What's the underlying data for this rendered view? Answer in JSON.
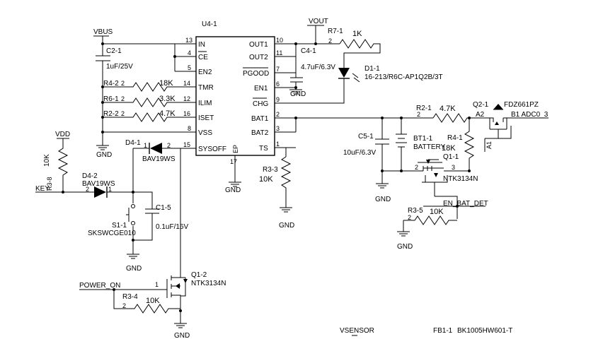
{
  "ic": {
    "ref": "U4-1",
    "left_pins": [
      {
        "name": "IN",
        "num": "13"
      },
      {
        "name": "CE",
        "num": "4"
      },
      {
        "name": "EN2",
        "num": "5"
      },
      {
        "name": "TMR",
        "num": "14"
      },
      {
        "name": "ILIM",
        "num": "12"
      },
      {
        "name": "ISET",
        "num": "16"
      },
      {
        "name": "VSS",
        "num": "8"
      },
      {
        "name": "SYSOFF",
        "num": "15"
      }
    ],
    "right_pins": [
      {
        "name": "OUT1",
        "num": "10"
      },
      {
        "name": "OUT2",
        "num": "11"
      },
      {
        "name": "PGOOD",
        "num": "7"
      },
      {
        "name": "EN1",
        "num": "6"
      },
      {
        "name": "CHG",
        "num": "9"
      },
      {
        "name": "BAT1",
        "num": "2"
      },
      {
        "name": "BAT2",
        "num": "3"
      },
      {
        "name": "TS",
        "num": "1"
      }
    ],
    "ep_label": "EP",
    "ep_num": "17"
  },
  "nets": {
    "vbus": "VBUS",
    "vout": "VOUT",
    "vdd": "VDD",
    "key": "KEY",
    "power_on": "POWER_ON",
    "en_bat_det": "EN_BAT_DET",
    "adc": "B1  ADC0_3",
    "vsensor": "VSENSOR",
    "a2": "A2",
    "a1": "A1",
    "gnd": "GND"
  },
  "parts": {
    "c2": {
      "ref": "C2-1",
      "value": "1uF/25V"
    },
    "c4": {
      "ref": "C4-1",
      "value": "4.7uF/6.3V"
    },
    "r7": {
      "ref": "R7-1",
      "value": "1K",
      "pin": "2"
    },
    "d1": {
      "ref": "D1-1",
      "value": "16-213/R6C-AP1Q2B/3T"
    },
    "r4_2": {
      "ref": "R4-2",
      "value": "18K",
      "pin": "2"
    },
    "r6_1": {
      "ref": "R6-1",
      "value": "3.3K",
      "pin": "2"
    },
    "r2_2": {
      "ref": "R2-2",
      "value": "4.7K",
      "pin": "2"
    },
    "d4_1": {
      "ref": "D4-1",
      "value": "BAV19WS",
      "pin1": "1",
      "pin2": "2"
    },
    "r3_8": {
      "ref": "R3-8",
      "value": "10K"
    },
    "d4_2": {
      "ref": "D4-2",
      "value": "BAV19WS",
      "pin1": "1",
      "pin2": "2"
    },
    "s1": {
      "ref": "S1-1",
      "value": "SKSWCGE010"
    },
    "c1_5": {
      "ref": "C1-5",
      "value": "0.1uF/16V"
    },
    "r3_3": {
      "ref": "R3-3",
      "value": "10K"
    },
    "r2_1": {
      "ref": "R2-1",
      "value": "4.7K",
      "pin": "2"
    },
    "q2": {
      "ref": "Q2-1",
      "value": "FDZ661PZ"
    },
    "c5": {
      "ref": "C5-1",
      "value": "10uF/6.3V"
    },
    "bt1": {
      "ref": "BT1-1",
      "value": "BATTERY"
    },
    "r4_1": {
      "ref": "R4-1",
      "value": "18K"
    },
    "q1_1": {
      "ref": "Q1-1",
      "value": "NTK3134N",
      "pin_g": "2",
      "pin_d": "3"
    },
    "r3_5": {
      "ref": "R3-5",
      "value": "10K",
      "pin": "2"
    },
    "q1_2": {
      "ref": "Q1-2",
      "value": "NTK3134N",
      "pin_g": "1"
    },
    "r3_4": {
      "ref": "R3-4",
      "value": "10K",
      "pin": "2"
    },
    "fb1": {
      "ref": "FB1-1",
      "value": "BK1005HW601-T"
    }
  }
}
